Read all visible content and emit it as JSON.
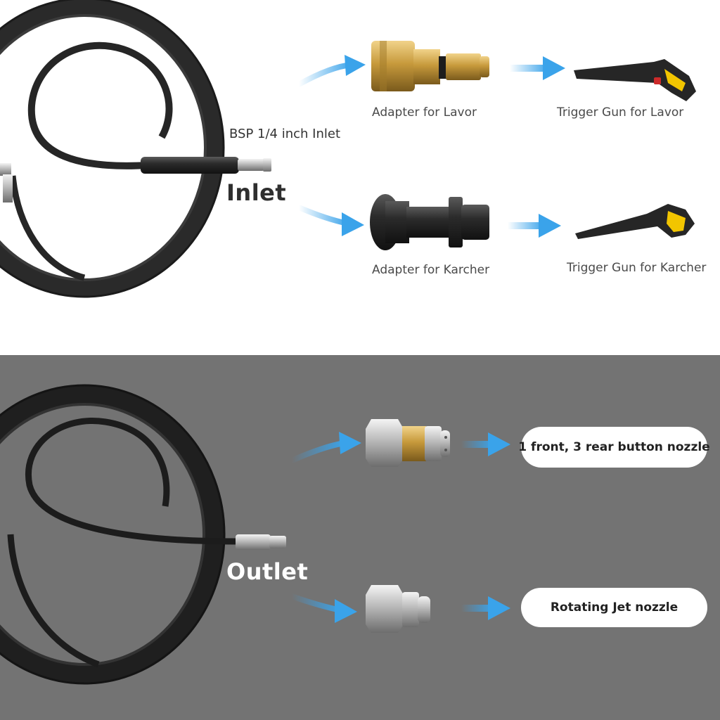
{
  "inlet": {
    "bsp_label": "BSP 1/4 inch Inlet",
    "title": "Inlet"
  },
  "adapters": {
    "lavor_label": "Adapter for Lavor",
    "karcher_label": "Adapter for Karcher"
  },
  "guns": {
    "lavor_label": "Trigger Gun for Lavor",
    "karcher_label": "Trigger Gun for Karcher"
  },
  "outlet": {
    "title": "Outlet",
    "nozzle_button_label": "1 front, 3 rear button nozzle",
    "nozzle_rotating_label": "Rotating Jet nozzle"
  },
  "colors": {
    "arrow": "#3aa3ea",
    "hose": "#232323",
    "brass": "#c79a3c",
    "gun_yellow": "#f2c500",
    "bottom_bg": "#737373"
  },
  "icons": [
    "hose-coil-icon",
    "arrow-right-icon",
    "brass-adapter-icon",
    "black-adapter-icon",
    "trigger-gun-icon",
    "button-nozzle-icon",
    "rotating-nozzle-icon"
  ]
}
